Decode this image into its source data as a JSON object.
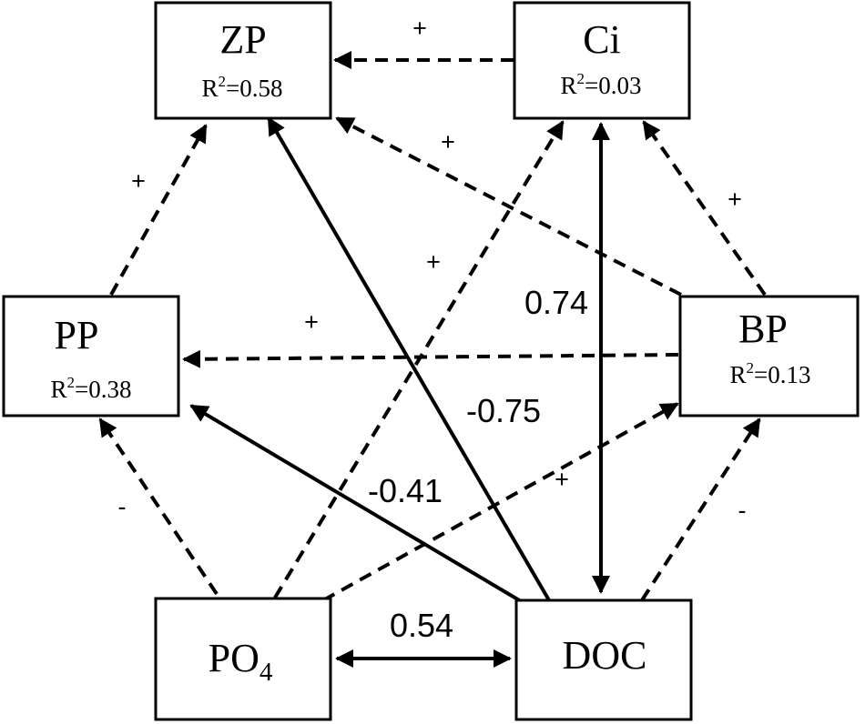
{
  "nodes": {
    "zp": {
      "label": "ZP",
      "r2_prefix": "R",
      "r2_exp": "2",
      "r2_value": "=0.58"
    },
    "ci": {
      "label": "Ci",
      "r2_prefix": "R",
      "r2_exp": "2",
      "r2_value": "=0.03"
    },
    "pp": {
      "label": "PP",
      "r2_prefix": "R",
      "r2_exp": "2",
      "r2_value": "=0.38"
    },
    "bp": {
      "label": "BP",
      "r2_prefix": "R",
      "r2_exp": "2",
      "r2_value": "=0.13"
    },
    "po4": {
      "label": "PO",
      "label_sub": "4"
    },
    "doc": {
      "label": "DOC"
    }
  },
  "edges": [
    {
      "id": "ci-zp",
      "from": "Ci",
      "to": "ZP",
      "style": "dashed",
      "label": "+"
    },
    {
      "id": "pp-zp",
      "from": "PP",
      "to": "ZP",
      "style": "dashed",
      "label": "+"
    },
    {
      "id": "bp-zp",
      "from": "BP",
      "to": "ZP",
      "style": "dashed",
      "label": "+"
    },
    {
      "id": "doc-zp",
      "from": "DOC",
      "to": "ZP",
      "style": "solid",
      "label": "-0.75"
    },
    {
      "id": "po4-ci",
      "from": "PO4",
      "to": "Ci",
      "style": "dashed",
      "label": "+"
    },
    {
      "id": "bp-ci",
      "from": "BP",
      "to": "Ci",
      "style": "dashed",
      "label": "+"
    },
    {
      "id": "doc-ci",
      "from": "DOC",
      "to": "Ci",
      "style": "solid",
      "label": "0.74",
      "bidirectional": true
    },
    {
      "id": "bp-pp",
      "from": "BP",
      "to": "PP",
      "style": "dashed",
      "label": "+"
    },
    {
      "id": "doc-pp",
      "from": "DOC",
      "to": "PP",
      "style": "solid",
      "label": "-0.41"
    },
    {
      "id": "po4-pp",
      "from": "PO4",
      "to": "PP",
      "style": "dashed",
      "label": "-"
    },
    {
      "id": "po4-bp",
      "from": "PO4",
      "to": "BP",
      "style": "dashed",
      "label": "+"
    },
    {
      "id": "doc-bp",
      "from": "DOC",
      "to": "BP",
      "style": "dashed",
      "label": "-"
    },
    {
      "id": "po4-doc",
      "from": "PO4",
      "to": "DOC",
      "style": "solid",
      "label": "0.54",
      "bidirectional": true
    }
  ]
}
